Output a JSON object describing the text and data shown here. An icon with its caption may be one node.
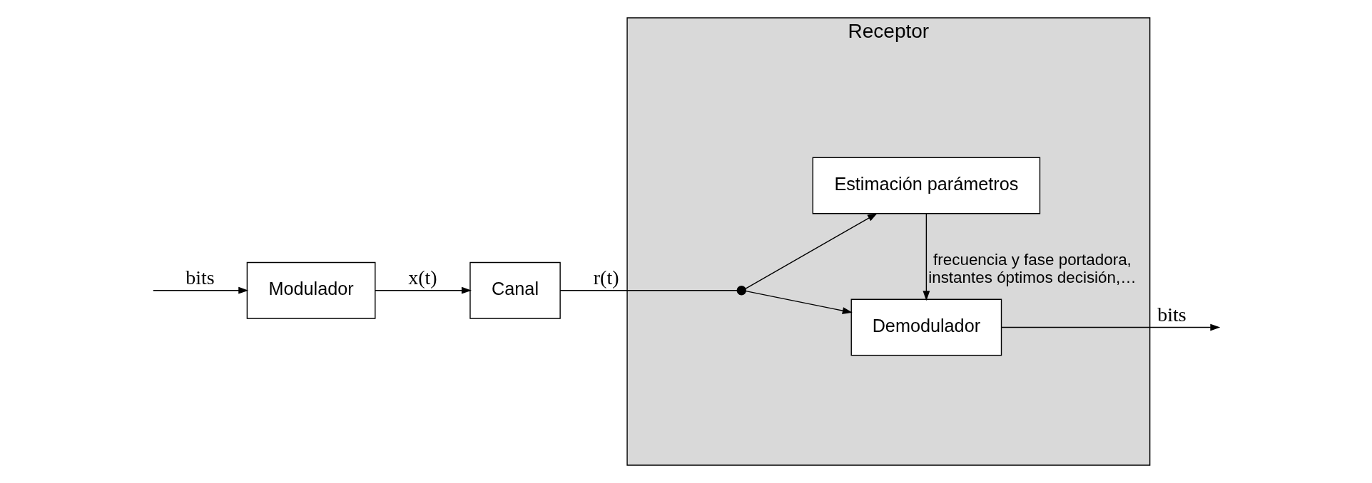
{
  "diagram": {
    "nodes": [
      {
        "text": [
          "Modulador"
        ]
      },
      {
        "text": [
          "Canal"
        ]
      },
      {
        "text": [
          "Receptor"
        ]
      },
      {
        "text": [
          "Demodulador"
        ],
        "in": 2
      },
      {
        "text": [
          "Estimación parámetros"
        ],
        "in": 2
      },
      {
        "text": [],
        "shape": "circle",
        "in": 2
      }
    ],
    "edges": [
      {
        "from": null,
        "to": 0,
        "arrow": "to",
        "label": "bits"
      },
      {
        "from": 0,
        "to": 1,
        "arrow": "to",
        "label": "x(t)"
      },
      {
        "from": 1,
        "to": 5,
        "arrow": "none",
        "label": "r(t)"
      },
      {
        "from": 5,
        "to": 3,
        "arrow": "to"
      },
      {
        "from": 5,
        "to": 4,
        "arrow": "to"
      },
      {
        "from": 4,
        "to": 3,
        "arrow": "to",
        "label": "frecuencia y fase portadora, instantes óptimos decisión,…"
      },
      {
        "from": 3,
        "to": null,
        "arrow": "to",
        "label": "bits"
      }
    ]
  }
}
